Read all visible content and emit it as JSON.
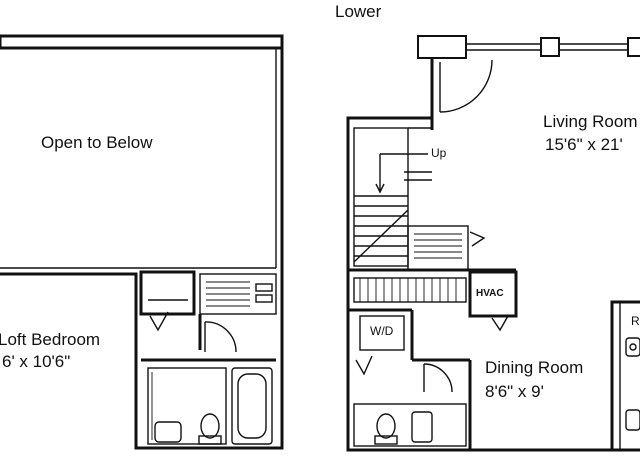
{
  "labels": {
    "level": "Lower",
    "open_to_below": "Open to Below",
    "loft_bedroom": "Loft Bedroom",
    "loft_bedroom_size": "6' x 10'6\"",
    "living_room": "Living Room",
    "living_room_size": "15'6\" x 21'",
    "dining_room": "Dining Room",
    "dining_room_size": "8'6\" x 9'",
    "stairs": "Up",
    "washer_dryer": "W/D",
    "hvac": "HVAC",
    "fridge": "R"
  }
}
